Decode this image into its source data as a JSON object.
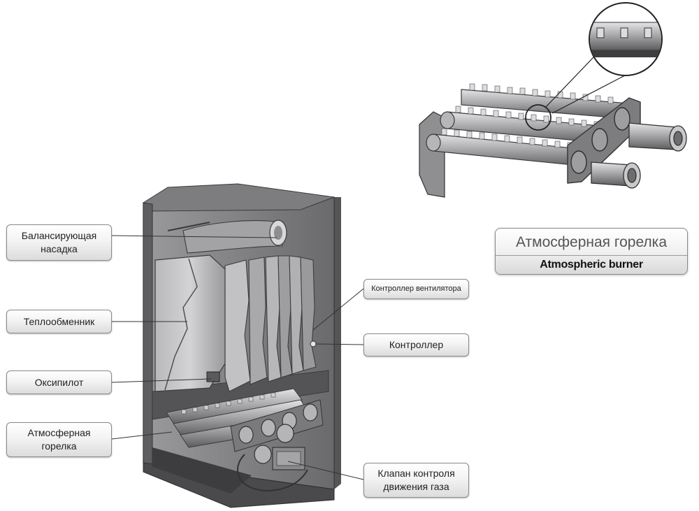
{
  "labels": {
    "balancing_nozzle": [
      "Балансирующая",
      "насадка"
    ],
    "heat_exchanger": "Теплообменник",
    "oxypilot": "Оксипилот",
    "atmo_burner": [
      "Атмосферная",
      "горелка"
    ],
    "fan_controller": "Контроллер вентилятора",
    "controller": "Контроллер",
    "gas_valve": [
      "Клапан контроля",
      "движения газа"
    ]
  },
  "burner_title": {
    "ru": "Атмосферная горелка",
    "en": "Atmospheric burner"
  },
  "colors": {
    "body_dark": "#6e6e70",
    "body_mid": "#8c8c8e",
    "body_light": "#c7c7c9",
    "line": "#333333"
  }
}
